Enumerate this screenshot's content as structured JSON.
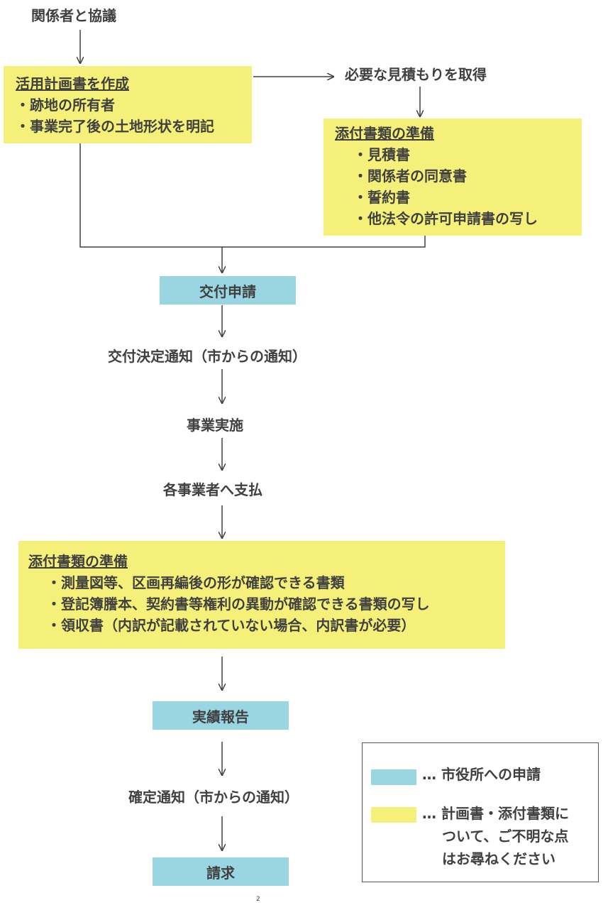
{
  "steps": {
    "consult": "関係者と協議",
    "quote": "必要な見積もりを取得",
    "apply": "交付申請",
    "decision": "交付決定通知（市からの通知）",
    "implement": "事業実施",
    "payment": "各事業者へ支払",
    "report": "実績報告",
    "confirm": "確定通知（市からの通知）",
    "claim": "請求"
  },
  "plan_box": {
    "title": "活用計画書を作成",
    "lines": [
      "・跡地の所有者",
      "・事業完了後の土地形状を明記"
    ]
  },
  "docs_box_1": {
    "title": "添付書類の準備",
    "lines": [
      "・見積書",
      "・関係者の同意書",
      "・誓約書",
      "・他法令の許可申請書の写し"
    ]
  },
  "docs_box_2": {
    "title": "添付書類の準備",
    "lines": [
      "・測量図等、区画再編後の形が確認できる書類",
      "・登記簿謄本、契約書等権利の異動が確認できる書類の写し",
      "・領収書（内訳が記載されていない場合、内訳書が必要）"
    ]
  },
  "legend": {
    "blue_label": "… 市役所への申請",
    "yellow_lines": [
      "… 計画書・添付書類に",
      "ついて、ご不明な点",
      "はお尋ねください"
    ]
  },
  "colors": {
    "yellow": "#f5f07a",
    "blue": "#99d6e1",
    "text": "#404040"
  },
  "page_number": "2"
}
